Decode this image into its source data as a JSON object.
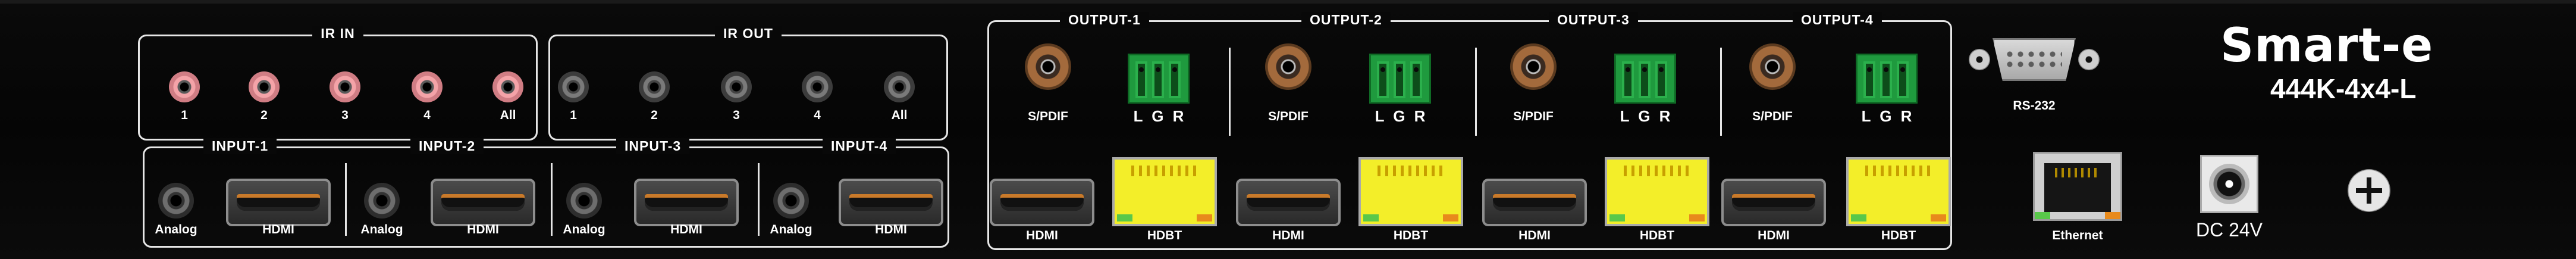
{
  "ir_in": {
    "title": "IR IN",
    "ports": [
      "1",
      "2",
      "3",
      "4",
      "All"
    ]
  },
  "ir_out": {
    "title": "IR OUT",
    "ports": [
      "1",
      "2",
      "3",
      "4",
      "All"
    ]
  },
  "inputs": [
    {
      "title": "INPUT-1",
      "analog_label": "Analog",
      "hdmi_label": "HDMI"
    },
    {
      "title": "INPUT-2",
      "analog_label": "Analog",
      "hdmi_label": "HDMI"
    },
    {
      "title": "INPUT-3",
      "analog_label": "Analog",
      "hdmi_label": "HDMI"
    },
    {
      "title": "INPUT-4",
      "analog_label": "Analog",
      "hdmi_label": "HDMI"
    }
  ],
  "outputs": [
    {
      "title": "OUTPUT-1",
      "spdif_label": "S/PDIF",
      "terminal_labels": "L G R",
      "hdmi_label": "HDMI",
      "hdbt_label": "HDBT"
    },
    {
      "title": "OUTPUT-2",
      "spdif_label": "S/PDIF",
      "terminal_labels": "L G R",
      "hdmi_label": "HDMI",
      "hdbt_label": "HDBT"
    },
    {
      "title": "OUTPUT-3",
      "spdif_label": "S/PDIF",
      "terminal_labels": "L G R",
      "hdmi_label": "HDMI",
      "hdbt_label": "HDBT"
    },
    {
      "title": "OUTPUT-4",
      "spdif_label": "S/PDIF",
      "terminal_labels": "L G R",
      "hdmi_label": "HDMI",
      "hdbt_label": "HDBT"
    }
  ],
  "rs232_label": "RS-232",
  "ethernet_label": "Ethernet",
  "power_label": "DC 24V",
  "brand": "Smart-e",
  "model": "444K-4x4-L",
  "colors": {
    "panel": "#080808",
    "ir_in_jack": "#f4a3a8",
    "terminal_block": "#1f9a3e",
    "hdbt_port": "#f3ee29",
    "spdif": "#a36a3c"
  }
}
